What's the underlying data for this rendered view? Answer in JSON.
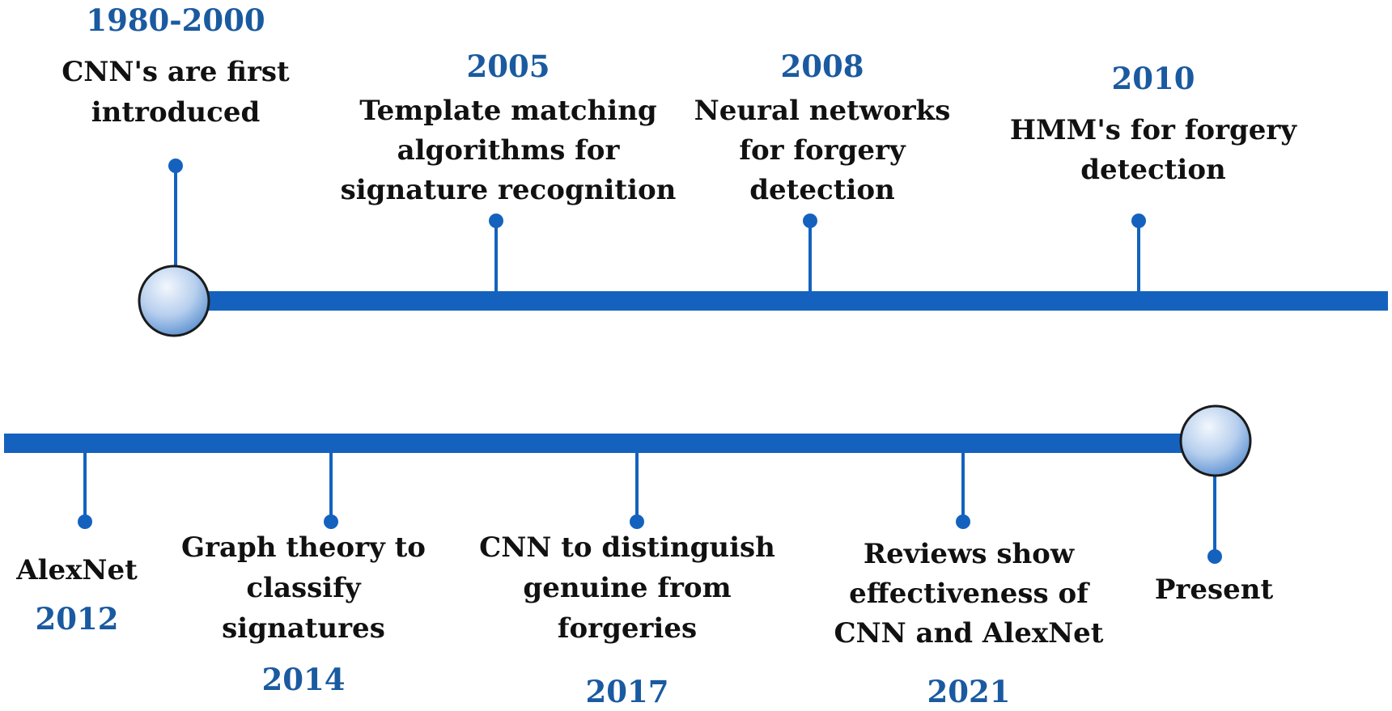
{
  "colors": {
    "line": "#1462be",
    "year_text": "#1a5aa0",
    "desc_text": "#111111",
    "node_light": "#e6effa",
    "node_dark": "#5a8fcf"
  },
  "events": [
    {
      "year": "1980-2000",
      "lines": [
        "CNN's are first",
        "introduced"
      ]
    },
    {
      "year": "2005",
      "lines": [
        "Template matching",
        "algorithms for",
        "signature recognition"
      ]
    },
    {
      "year": "2008",
      "lines": [
        "Neural networks",
        "for forgery",
        "detection"
      ]
    },
    {
      "year": "2010",
      "lines": [
        "HMM's for forgery",
        "detection"
      ]
    },
    {
      "year": "2012",
      "lines": [
        "AlexNet"
      ]
    },
    {
      "year": "2014",
      "lines": [
        "Graph theory to",
        "classify",
        "signatures"
      ]
    },
    {
      "year": "2017",
      "lines": [
        "CNN to distinguish",
        "genuine from",
        "forgeries"
      ]
    },
    {
      "year": "2021",
      "lines": [
        "Reviews show",
        "effectiveness of",
        "CNN and AlexNet"
      ]
    },
    {
      "year": "",
      "lines": [
        "Present"
      ]
    }
  ]
}
